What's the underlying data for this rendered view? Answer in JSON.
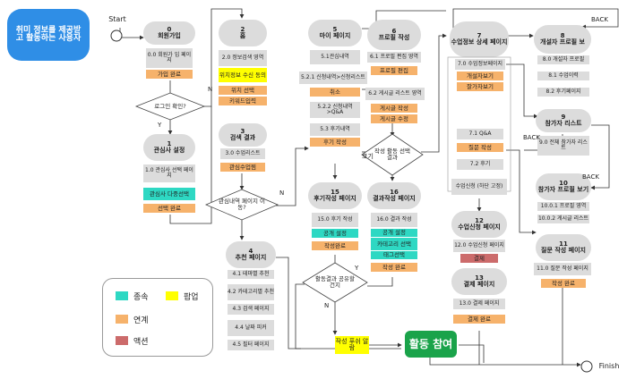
{
  "intro": "취미 정보를 제공받고 활동하는 사용자",
  "start": "Start",
  "finish": "Finish",
  "back_labels": [
    "BACK",
    "BACK",
    "BACK"
  ],
  "edge_labels": {
    "n1": "N",
    "y1": "Y",
    "n2": "N",
    "n3": "N",
    "y2": "Y",
    "fork": "포기"
  },
  "nodes": {
    "n0": {
      "num": "0",
      "title": "회원가입",
      "sub": "0.0 회원가 입 페이지",
      "action": "가입 완료"
    },
    "login_check": "로그인 확인?",
    "n1": {
      "num": "1",
      "title": "관심사 설정",
      "sub": "1.0 관심사 선택 페이지",
      "teal": "관심사 다중선택",
      "action": "선택 완료"
    },
    "n2": {
      "num": "2",
      "title": "홈",
      "sub": "2.0 정보검색 영역",
      "yellow": "위치정보 수신 동의",
      "a1": "위치 선택",
      "a2": "키워드입력"
    },
    "n3": {
      "num": "3",
      "title": "검색 결과",
      "sub": "3.0 수업리스트",
      "action": "관심수업찜"
    },
    "interest_check": "관심내역 페이지 이동?",
    "n4": {
      "num": "4",
      "title": "추천 페이지",
      "items": [
        "4.1 테마별 추천",
        "4.2 카테고리별 추천",
        "4.3 검색 페이지",
        "4.4 날짜 피커",
        "4.5 필터 페이지"
      ]
    },
    "n5": {
      "num": "5",
      "title": "마이 페이지",
      "s1": "5.1관심내역",
      "s2": "5.2.1 신청내역>신청리스트",
      "a1": "취소",
      "s3": "5.2.2 신청내역>Q&A",
      "s4": "5.3 후기내역",
      "a2": "후기 작성"
    },
    "n6": {
      "num": "6",
      "title": "프로필 작성",
      "s1": "6.1 프로필 편집 영역",
      "a1": "프로필 편집",
      "s2": "6.2 게시글 리스트 영역",
      "a2": "게시글 작성",
      "a3": "게시글 수정"
    },
    "write_check": "작성 활동 선택 결과",
    "n15": {
      "num": "15",
      "title": "후기작성 페이지",
      "sub": "15.0 후기 작성",
      "teal": "공개 설정",
      "action": "작성완료"
    },
    "n16": {
      "num": "16",
      "title": "결과작성 페이지",
      "sub": "16.0 결과 작성",
      "t1": "공개 설정",
      "t2": "카테고리 선택",
      "t3": "태그선택",
      "action": "작성 완료"
    },
    "share_check": "활동결과 공유할건지",
    "n7": {
      "num": "7",
      "title": "수업정보 상세 페이지",
      "sub": "7.0 수업정보페이지",
      "a1": "개설자보기",
      "a2": "잘가자보기",
      "s2": "7.1 Q&A",
      "a3": "질문 작성",
      "s3": "7.2 후기",
      "s4": "수업신청 (하단 고정)"
    },
    "n12": {
      "num": "12",
      "title": "수업신청 페이지",
      "sub": "12.0 수업신청 페이지",
      "red": "결제"
    },
    "n13": {
      "num": "13",
      "title": "결제 페이지",
      "sub": "13.0 결제 페이지",
      "action": "결제 완료"
    },
    "n8": {
      "num": "8",
      "title": "개설자 프로필 보",
      "s1": "8.0 개설자 프로필",
      "s2": "8.1 수업이력",
      "s3": "8.2 후기페이지"
    },
    "n9": {
      "num": "9",
      "title": "참가자 리스트",
      "sub": "9.0 전체 참가자 리스트"
    },
    "n10": {
      "num": "10",
      "title": "참가자 프로필 보기",
      "s1": "10.0.1 프로필 영역",
      "s2": "10.0.2 게시글 리스트"
    },
    "n11": {
      "num": "11",
      "title": "질문 작성 페이지",
      "sub": "11.0 질문 작성 페이지",
      "action": "작성 완료"
    },
    "notify": "작성 푸쉬 알람",
    "activity": "활동 참여"
  },
  "legend": {
    "items": [
      {
        "label": "종속",
        "color": "#2ed8c3"
      },
      {
        "label": "팝업",
        "color": "#ffff00"
      },
      {
        "label": "연계",
        "color": "#f6b26b"
      },
      {
        "label": "액션",
        "color": "#cc6b6b"
      }
    ]
  },
  "colors": {
    "sub": "#dcdcdc",
    "orange": "#f6b26b",
    "teal": "#2ed8c3",
    "yellow": "#ffff00",
    "red": "#cc6b6b",
    "intro": "#2f8ee6",
    "green": "#1aa34a"
  }
}
